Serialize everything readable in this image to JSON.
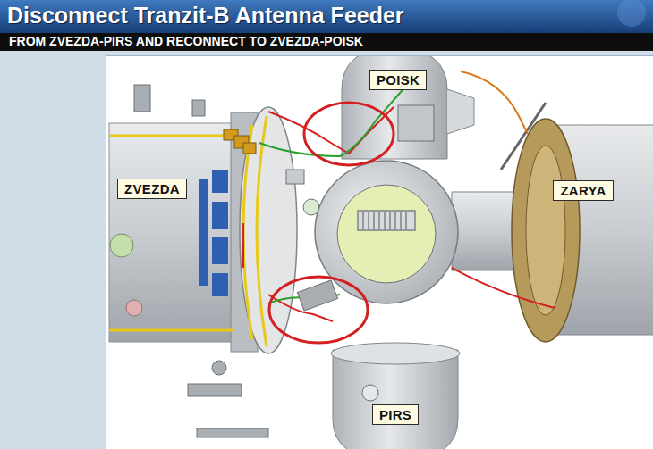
{
  "diagram": {
    "title": "Disconnect Tranzit-B Antenna Feeder",
    "nodes": [
      {
        "text": [
          "POISK"
        ]
      },
      {
        "text": [
          "ZVEZDA"
        ]
      },
      {
        "text": [
          "ZARYA"
        ]
      },
      {
        "text": [
          "PIRS"
        ]
      }
    ],
    "labels": [
      "FROM ZVEZDA-PIRS AND RECONNECT TO ZVEZDA-POISK"
    ]
  }
}
